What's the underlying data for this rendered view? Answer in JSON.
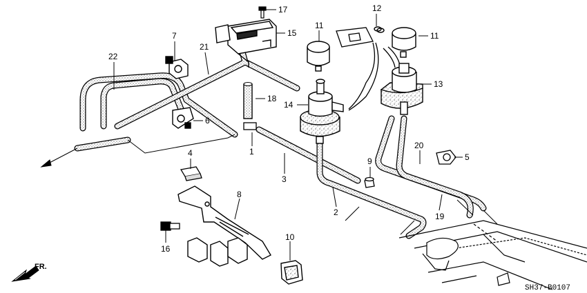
{
  "diagram": {
    "code": "SH37-B0107",
    "direction_label": "FR.",
    "callouts": {
      "c1": "1",
      "c2": "2",
      "c3": "3",
      "c4": "4",
      "c5": "5",
      "c6": "6",
      "c7": "7",
      "c8": "8",
      "c9": "9",
      "c10": "10",
      "c11a": "11",
      "c11b": "11",
      "c12": "12",
      "c13": "13",
      "c14": "14",
      "c15": "15",
      "c16": "16",
      "c17": "17",
      "c18": "18",
      "c19": "19",
      "c20": "20",
      "c21": "21",
      "c22": "22"
    }
  }
}
